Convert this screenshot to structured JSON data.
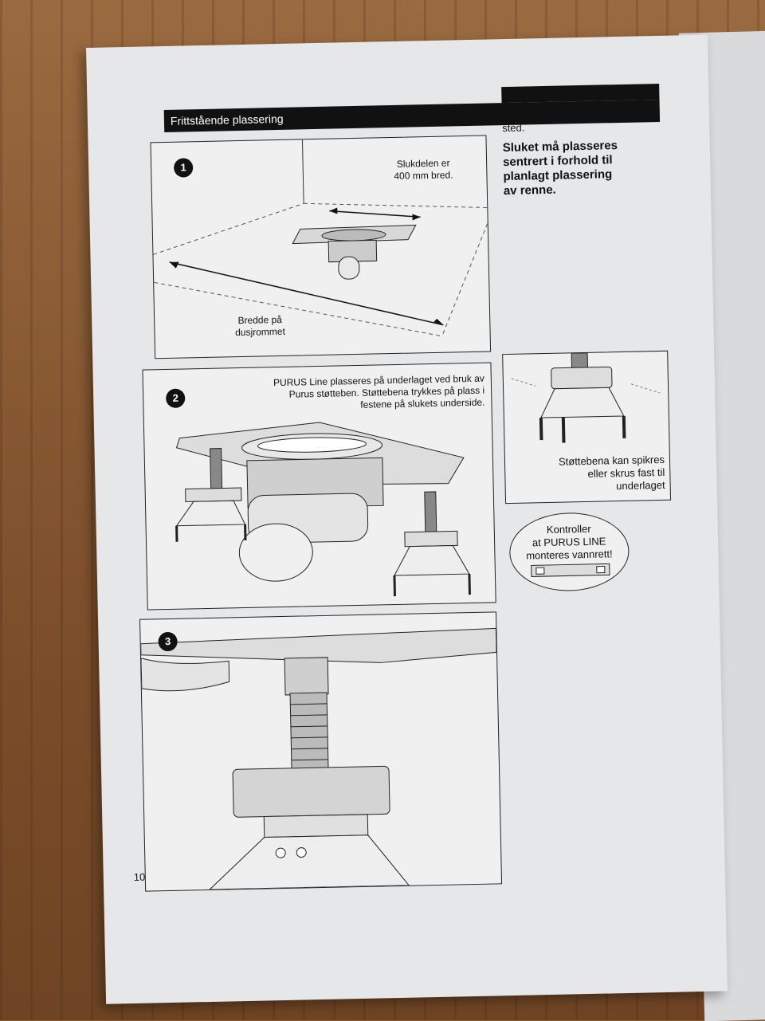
{
  "section_title": "Frittstående plassering",
  "side_text_1": "Gjør plass for sluket på ønsket sted.",
  "side_text_bold": [
    "Sluket må plasseres",
    "sentrert i forhold til",
    "planlagt plassering",
    "av renne."
  ],
  "steps": [
    {
      "number": "1",
      "label_top": [
        "Slukdelen er",
        "400 mm bred."
      ],
      "label_bottom": [
        "Bredde på",
        "dusjrommet"
      ]
    },
    {
      "number": "2",
      "text": [
        "PURUS Line plasseres på underlaget ved bruk av",
        "Purus støtteben. Støttebena trykkes på plass i",
        "festene på slukets underside."
      ]
    },
    {
      "number": "3"
    }
  ],
  "side_panel_caption": [
    "Støttebena kan spikres",
    "eller skrus fast til",
    "underlaget"
  ],
  "level_note": [
    "Kontroller",
    "at PURUS LINE",
    "monteres vannrett!"
  ],
  "page_number": "10"
}
